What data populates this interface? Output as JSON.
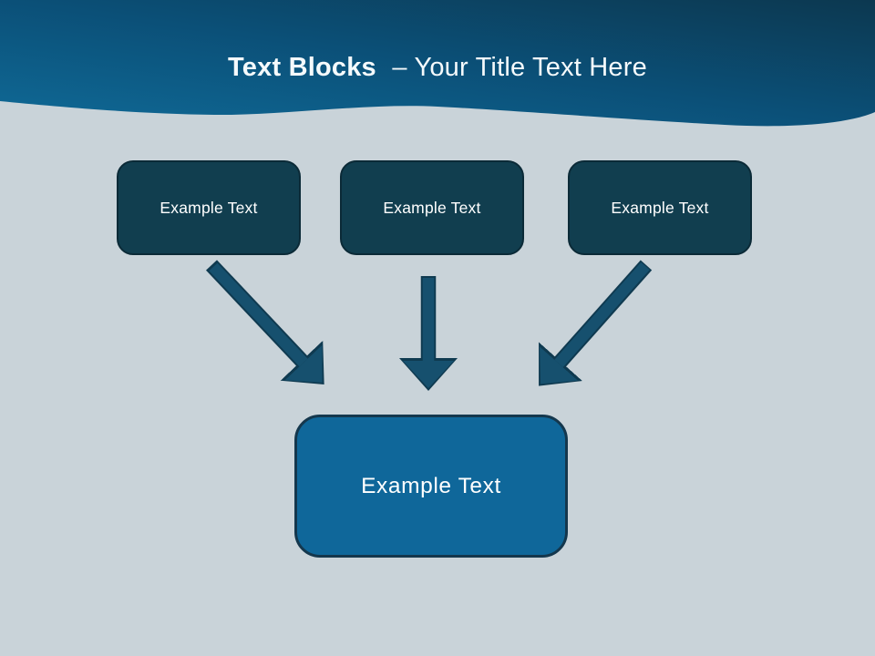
{
  "colors": {
    "slide-bg": "#c9d3d9",
    "header-gradient-left": "#0f6a97",
    "header-gradient-mid": "#0b5078",
    "header-gradient-right": "#0c3850",
    "title-color": "#f5fafc",
    "top-box-fill": "#113e4f",
    "top-box-border": "#0b2a37",
    "bottom-box-fill": "#0f679a",
    "bottom-box-border": "#14374d",
    "arrow-fill": "#16506e",
    "arrow-outline": "#0f3a50",
    "box-text-color": "#ffffff"
  },
  "header": {
    "title_bold": "Text Blocks",
    "title_rest": "– Your Title Text Here"
  },
  "diagram": {
    "top_boxes": [
      {
        "label": "Example Text"
      },
      {
        "label": "Example Text"
      },
      {
        "label": "Example Text"
      }
    ],
    "bottom_box": {
      "label": "Example Text"
    },
    "arrows": [
      {
        "name": "arrow-diagonal-down-right",
        "direction": "down-right"
      },
      {
        "name": "arrow-straight-down",
        "direction": "down"
      },
      {
        "name": "arrow-diagonal-down-left",
        "direction": "down-left"
      }
    ]
  }
}
